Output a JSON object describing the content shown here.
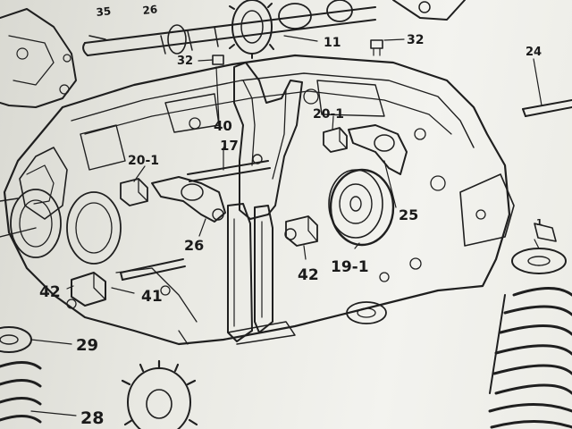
{
  "diagram": {
    "part_labels": [
      {
        "id": "l35",
        "text": "35"
      },
      {
        "id": "l26a",
        "text": "26"
      },
      {
        "id": "l11",
        "text": "11"
      },
      {
        "id": "l32a",
        "text": "32"
      },
      {
        "id": "l32b",
        "text": "32"
      },
      {
        "id": "l24",
        "text": "24"
      },
      {
        "id": "l40",
        "text": "40"
      },
      {
        "id": "l201a",
        "text": "20-1"
      },
      {
        "id": "l17",
        "text": "17"
      },
      {
        "id": "l201b",
        "text": "20-1"
      },
      {
        "id": "l25",
        "text": "25"
      },
      {
        "id": "l26b",
        "text": "26"
      },
      {
        "id": "l42a",
        "text": "42"
      },
      {
        "id": "l191",
        "text": "19-1"
      },
      {
        "id": "l42b",
        "text": "42"
      },
      {
        "id": "l41",
        "text": "41"
      },
      {
        "id": "l29",
        "text": "29"
      },
      {
        "id": "l28",
        "text": "28"
      },
      {
        "id": "l1",
        "text": "1"
      }
    ]
  }
}
